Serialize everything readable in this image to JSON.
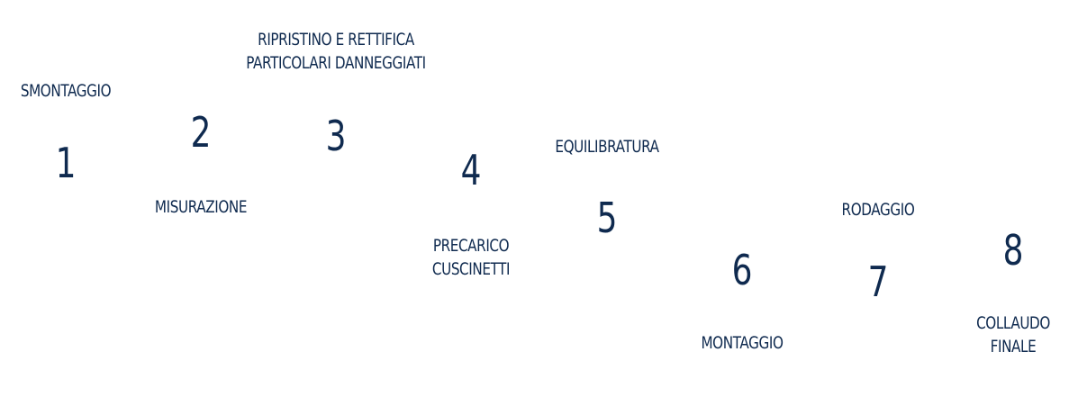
{
  "colors": {
    "text": "#0f2a4f",
    "background": "#ffffff"
  },
  "steps": [
    {
      "number": "1",
      "label_lines": [
        "SMONTAGGIO"
      ]
    },
    {
      "number": "2",
      "label_lines": [
        "MISURAZIONE"
      ]
    },
    {
      "number": "3",
      "label_lines": [
        "RIPRISTINO E RETTIFICA",
        "PARTICOLARI DANNEGGIATI"
      ]
    },
    {
      "number": "4",
      "label_lines": [
        "PRECARICO",
        "CUSCINETTI"
      ]
    },
    {
      "number": "5",
      "label_lines": [
        "EQUILIBRATURA"
      ]
    },
    {
      "number": "6",
      "label_lines": [
        "MONTAGGIO"
      ]
    },
    {
      "number": "7",
      "label_lines": [
        "RODAGGIO"
      ]
    },
    {
      "number": "8",
      "label_lines": [
        "COLLAUDO",
        "FINALE"
      ]
    }
  ]
}
